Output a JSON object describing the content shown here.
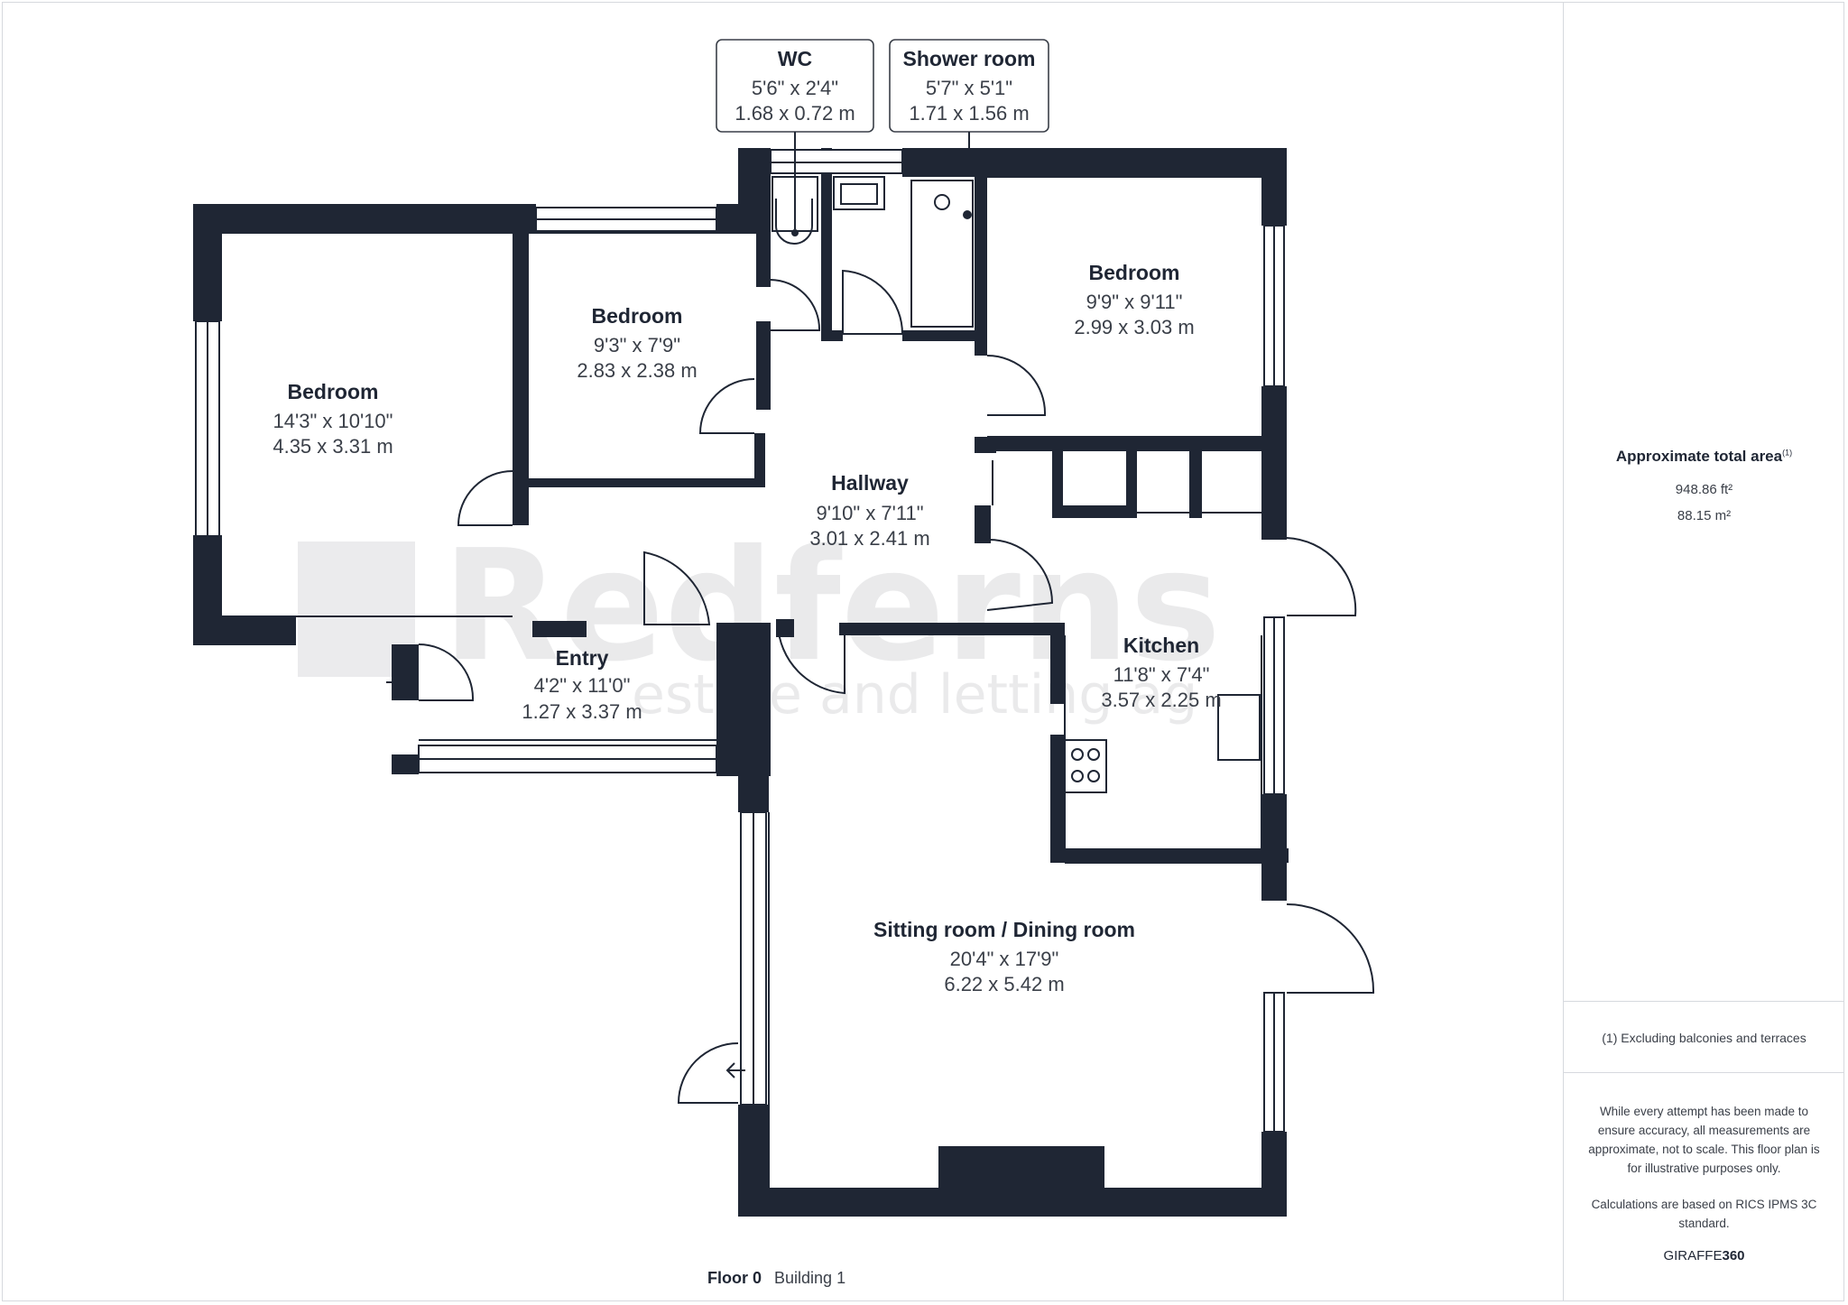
{
  "watermark": {
    "brand": "Redferns",
    "tagline": "estate and letting ag"
  },
  "rooms": {
    "bedroom_large": {
      "name": "Bedroom",
      "imperial": "14'3\" x 10'10\"",
      "metric": "4.35 x 3.31 m"
    },
    "bedroom_small": {
      "name": "Bedroom",
      "imperial": "9'3\" x 7'9\"",
      "metric": "2.83 x 2.38 m"
    },
    "bedroom_right": {
      "name": "Bedroom",
      "imperial": "9'9\" x 9'11\"",
      "metric": "2.99 x 3.03 m"
    },
    "hallway": {
      "name": "Hallway",
      "imperial": "9'10\" x 7'11\"",
      "metric": "3.01 x 2.41 m"
    },
    "entry": {
      "name": "Entry",
      "imperial": "4'2\" x 11'0\"",
      "metric": "1.27 x 3.37 m"
    },
    "kitchen": {
      "name": "Kitchen",
      "imperial": "11'8\" x 7'4\"",
      "metric": "3.57 x 2.25 m"
    },
    "sitting": {
      "name": "Sitting room / Dining room",
      "imperial": "20'4\" x 17'9\"",
      "metric": "6.22 x 5.42 m"
    },
    "wc": {
      "name": "WC",
      "imperial": "5'6\" x 2'4\"",
      "metric": "1.68 x 0.72 m"
    },
    "shower": {
      "name": "Shower room",
      "imperial": "5'7\" x 5'1\"",
      "metric": "1.71 x 1.56 m"
    }
  },
  "floor": {
    "label": "Floor 0",
    "building": "Building 1"
  },
  "sidebar": {
    "area_title": "Approximate total area",
    "area_note_marker": "(1)",
    "area_ft": "948.86 ft²",
    "area_m": "88.15 m²",
    "footnote": "(1) Excluding balconies and terraces",
    "disclaimer": "While every attempt has been made to ensure accuracy, all measurements are approximate, not to scale. This floor plan is for illustrative purposes only.",
    "calc_note": "Calculations are based on RICS IPMS 3C standard.",
    "brand_light": "GIRAFFE",
    "brand_bold": "360"
  },
  "colors": {
    "wall": "#1f2634",
    "text": "#3a3f48",
    "watermark": "#1f2634"
  }
}
